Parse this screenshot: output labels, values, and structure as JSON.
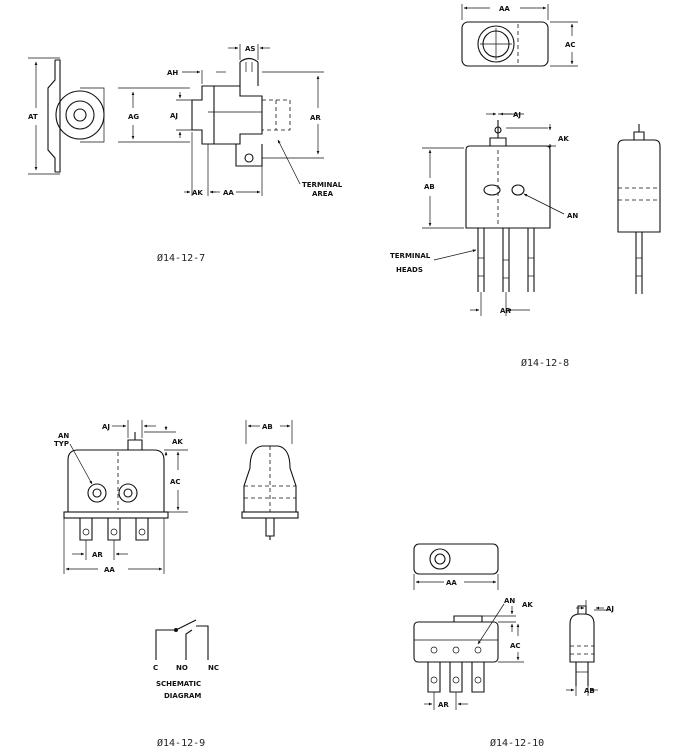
{
  "fig7": {
    "caption": "Ø14-12-7",
    "labels": {
      "at": "AT",
      "ag": "AG",
      "aj": "AJ",
      "ah": "AH",
      "as": "AS",
      "ar": "AR",
      "ak": "AK",
      "aa": "AA",
      "terminal1": "TERMINAL",
      "terminal2": "AREA"
    }
  },
  "fig8": {
    "caption": "Ø14-12-8",
    "labels": {
      "aa": "AA",
      "ac": "AC",
      "aj": "AJ",
      "ak": "AK",
      "ab": "AB",
      "an": "AN",
      "terminal1": "TERMINAL",
      "terminal2": "HEADS",
      "ar": "AR"
    }
  },
  "fig9": {
    "caption": "Ø14-12-9",
    "labels": {
      "an": "AN",
      "typ": "TYP",
      "aj": "AJ",
      "ak": "AK",
      "ac": "AC",
      "ar": "AR",
      "aa": "AA",
      "ab": "AB"
    },
    "schematic": {
      "c": "C",
      "no": "NO",
      "nc": "NC",
      "title1": "SCHEMATIC",
      "title2": "DIAGRAM"
    }
  },
  "fig10": {
    "caption": "Ø14-12-10",
    "labels": {
      "aa": "AA",
      "an": "AN",
      "ak": "AK",
      "ac": "AC",
      "ar": "AR",
      "aj": "AJ",
      "ab": "AB"
    }
  }
}
